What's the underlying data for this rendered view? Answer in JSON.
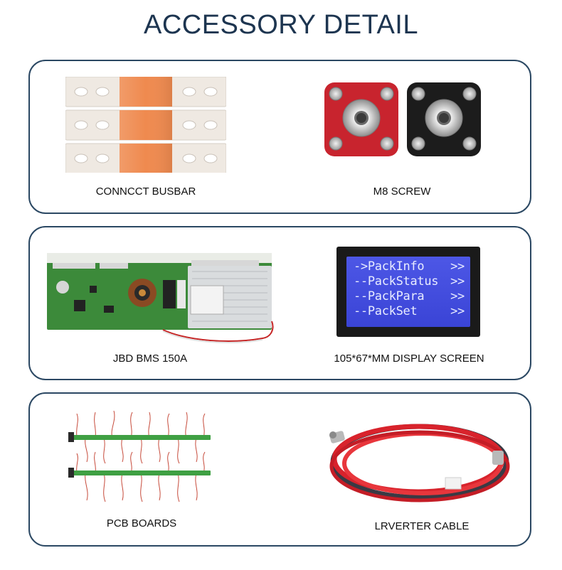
{
  "page": {
    "title": "ACCESSORY DETAIL"
  },
  "accessories": [
    {
      "caption": "CONNCCT BUSBAR"
    },
    {
      "caption": "M8 SCREW"
    },
    {
      "caption": "JBD BMS 150A"
    },
    {
      "caption": "105*67*MM DISPLAY SCREEN"
    },
    {
      "caption": "PCB BOARDS"
    },
    {
      "caption": "LRVERTER CABLE"
    }
  ],
  "display": {
    "lines": [
      {
        "text": "->PackInfo",
        "arrow": ">>"
      },
      {
        "text": "--PackStatus",
        "arrow": ">>"
      },
      {
        "text": "--PackPara",
        "arrow": ">>"
      },
      {
        "text": "--PackSet",
        "arrow": ">>"
      }
    ]
  },
  "colors": {
    "title": "#1d3550",
    "panel_border": "#2b4863",
    "busbar_copper": "#ef8a4f",
    "screw_red": "#c8242e",
    "screw_black": "#1c1c1c",
    "pcb_green": "#3c8a3a",
    "lcd_blue": "#4d57e6"
  }
}
